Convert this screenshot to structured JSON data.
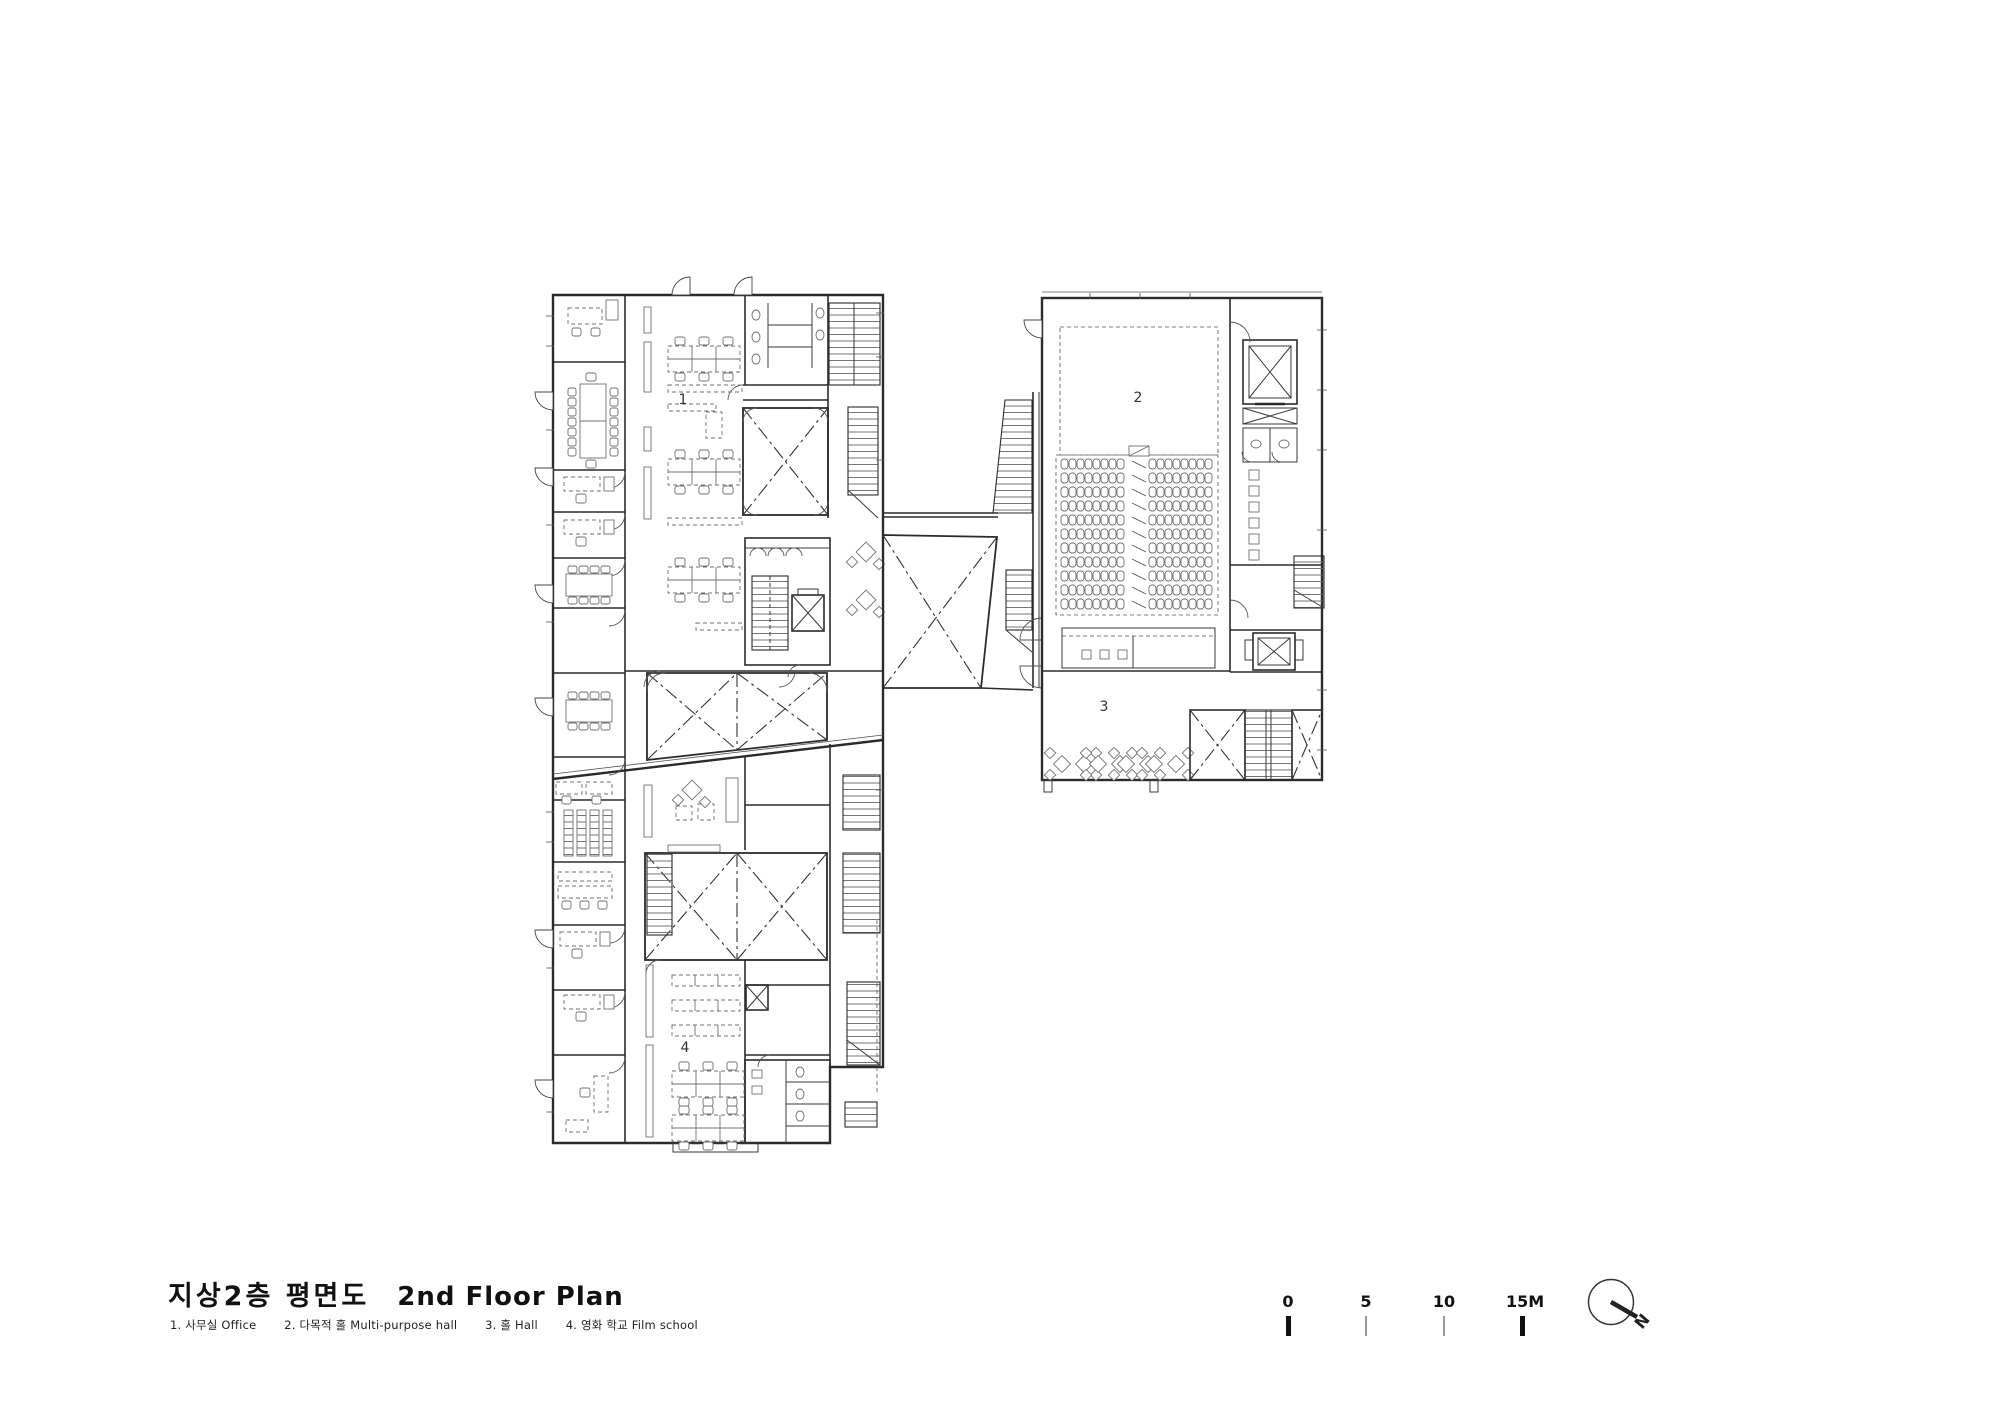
{
  "sheet": {
    "background": "#ffffff",
    "wall_line_color": "#2b2b2b",
    "furniture_line_color": "#707070"
  },
  "titleblock": {
    "title_ko": "지상2층 평면도",
    "title_en": "2nd Floor Plan",
    "legend": [
      "1. 사무실  Office",
      "2. 다목적 홀 Multi-purpose hall",
      "3. 홀  Hall",
      "4. 영화 학교 Film school"
    ]
  },
  "plan": {
    "room_labels": [
      "1",
      "2",
      "3",
      "4"
    ]
  },
  "scale_bar": {
    "labels": [
      "0",
      "5",
      "10",
      "15M"
    ]
  },
  "north_arrow": {
    "label": "N"
  }
}
